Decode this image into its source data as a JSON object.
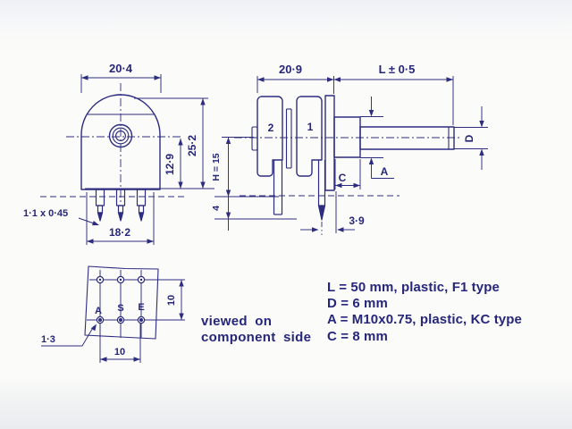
{
  "drawing": {
    "title_hint": "potentiometer dimensional drawing",
    "ink_color": "#2c2c80",
    "paper_color": "#fbfbf9",
    "front_view": {
      "width_dim": "20·4",
      "overall_height_dim": "25·2",
      "center_to_base_dim": "12·9",
      "pin_span_dim": "18·2",
      "pin_section_dim": "1·1 x 0·45"
    },
    "side_view": {
      "body_width_dim": "20·9",
      "shaft_length_dim": "L ± 0·5",
      "wafer_rear_label": "2",
      "wafer_front_label": "1",
      "thread_label": "A",
      "bushing_length_label": "C",
      "shaft_dia_label": "D",
      "pin_offset_dim": "3·9",
      "mount_height_dim": "H = 15",
      "leg_length_dim": "4"
    },
    "pcb_view": {
      "pin_labels": [
        "A",
        "S",
        "E"
      ],
      "row_pitch_dim": "10",
      "col_pitch_dim": "10",
      "hole_dia_dim": "1·3",
      "caption_line1": "viewed on",
      "caption_line2": "component side"
    },
    "legend": {
      "lines": [
        "L = 50 mm, plastic, F1 type",
        "D = 6 mm",
        "A = M10x0.75, plastic, KC type",
        "C = 8 mm"
      ]
    }
  }
}
